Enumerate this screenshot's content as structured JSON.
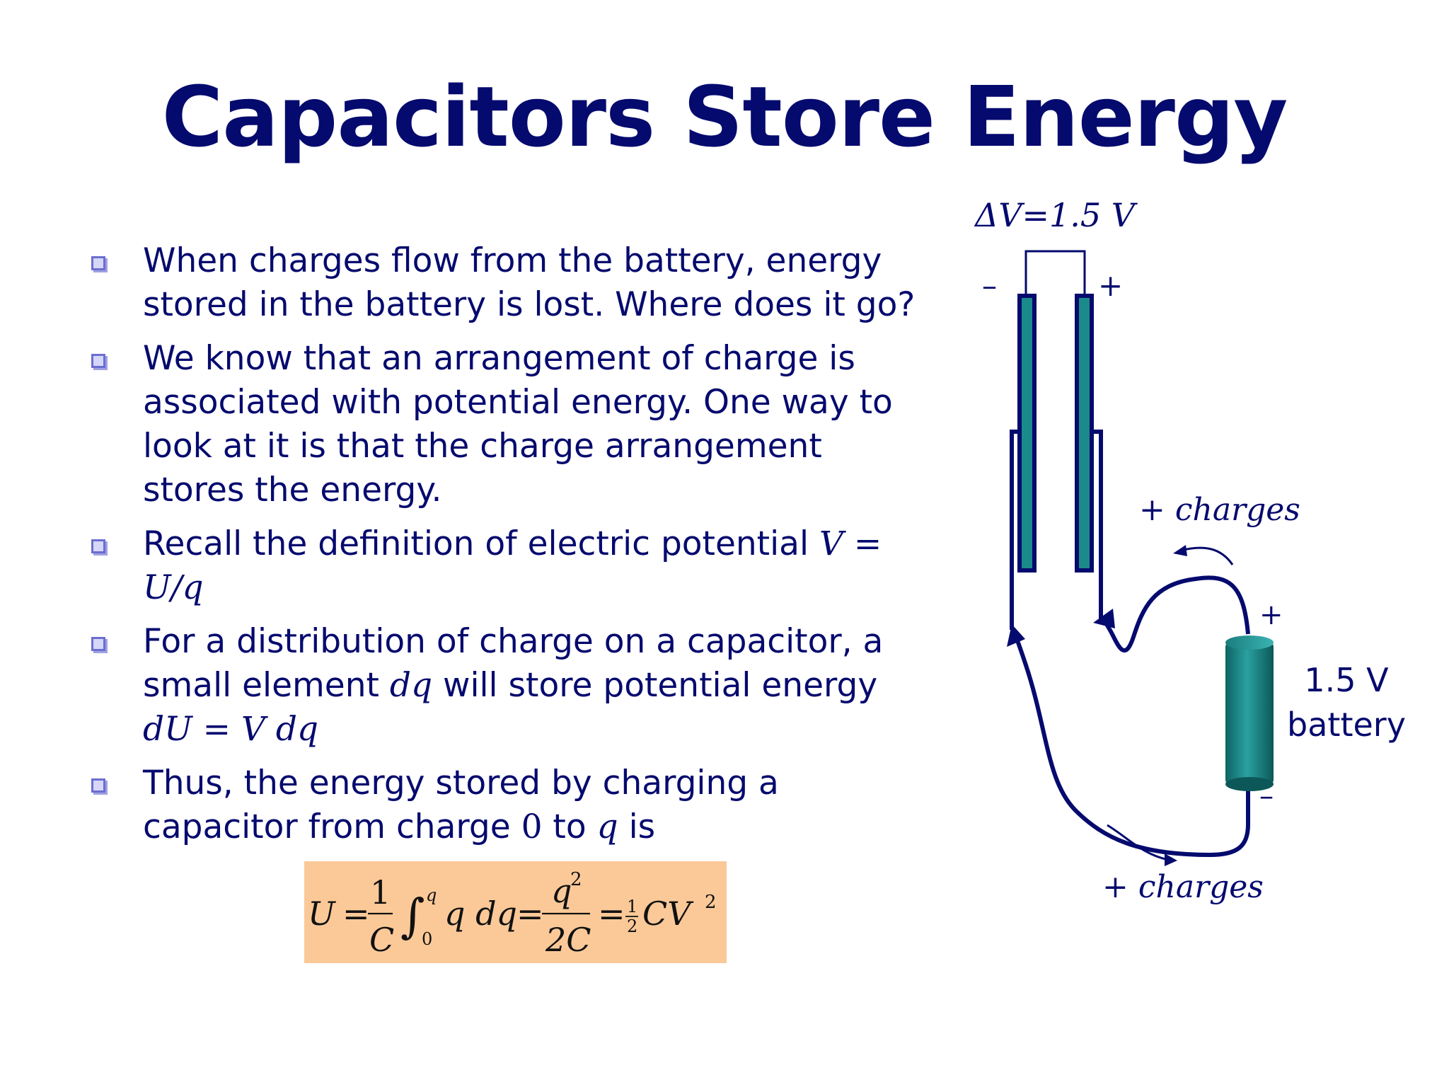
{
  "title": "Capacitors Store Energy",
  "bullets": [
    {
      "parts": [
        {
          "text": "When charges flow from the battery, energy stored in the battery is lost.  Where does it go?"
        }
      ]
    },
    {
      "parts": [
        {
          "text": "We know that an arrangement of charge is associated with potential energy.  One way to look at it is that the charge arrangement stores the energy."
        }
      ]
    },
    {
      "parts": [
        {
          "text": "Recall the definition of electric potential "
        },
        {
          "math": "V = U/q"
        }
      ]
    },
    {
      "parts": [
        {
          "text": "For a distribution of charge on a capacitor, a small element "
        },
        {
          "math": "dq"
        },
        {
          "text": " will store potential energy "
        },
        {
          "math": "dU = V dq"
        }
      ]
    },
    {
      "parts": [
        {
          "text": "Thus, the energy stored by charging a capacitor from charge "
        },
        {
          "math_upright": "0"
        },
        {
          "text": " to "
        },
        {
          "math": "q"
        },
        {
          "text": " is"
        }
      ]
    }
  ],
  "formula": {
    "lhs": "U",
    "eq": "=",
    "frac1_num": "1",
    "frac1_den": "C",
    "integral": "∫",
    "int_upper": "q",
    "int_lower": "0",
    "integrand": "q dq",
    "frac2_num": "q",
    "frac2_num_exp": "2",
    "frac2_den": "2C",
    "half_num": "1",
    "half_den": "2",
    "rhs": "CV",
    "rhs_exp": "2"
  },
  "diagram": {
    "voltage_label": "ΔV=1.5 V",
    "minus_sign": "–",
    "plus_sign": "+",
    "charges_upper": "+ charges",
    "charges_lower": "+ charges",
    "battery_plus": "+",
    "battery_minus": "–",
    "battery_label_1": "1.5 V",
    "battery_label_2": "battery"
  },
  "colors": {
    "title": "#050a6e",
    "text": "#050a6e",
    "plate_fill": "#1b8a8a",
    "battery": "#157a7a",
    "formula_bg": "#fbc998"
  }
}
